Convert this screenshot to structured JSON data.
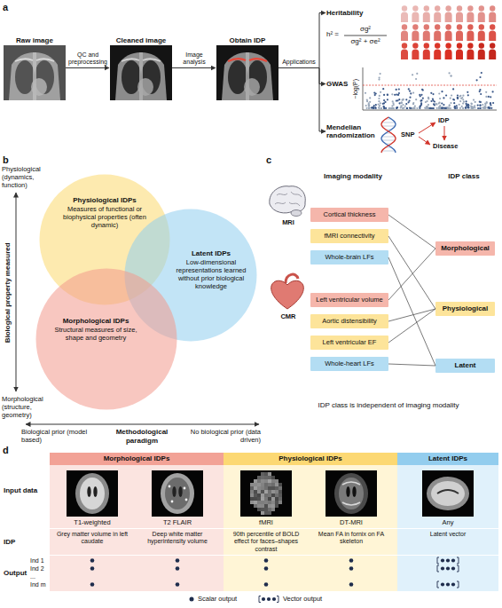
{
  "diagram": {
    "nodes": [
      {
        "text": [
          "Raw image"
        ]
      },
      {
        "text": [
          "Cleaned image"
        ]
      },
      {
        "text": [
          "Obtain IDP"
        ]
      },
      {
        "text": [
          "Heritability"
        ]
      },
      {
        "text": [
          "GWAS"
        ]
      },
      {
        "text": [
          "Mendelian randomization"
        ]
      },
      {
        "text": [
          "Physiological IDPs",
          "Measures of functional or biophysical properties (often dynamic)"
        ]
      },
      {
        "text": [
          "Latent IDPs",
          "Low-dimensional representations learned without prior biological knowledge"
        ]
      },
      {
        "text": [
          "Morphological IDPs",
          "Structural measures of size, shape and geometry"
        ]
      },
      {
        "text": [
          "Cortical thickness"
        ]
      },
      {
        "text": [
          "fMRI connectivity"
        ]
      },
      {
        "text": [
          "Whole-brain LFs"
        ]
      },
      {
        "text": [
          "Left ventricular volume"
        ]
      },
      {
        "text": [
          "Aortic distensibility"
        ]
      },
      {
        "text": [
          "Left ventricular EF"
        ]
      },
      {
        "text": [
          "Whole-heart LFs"
        ]
      },
      {
        "text": [
          "Morphological"
        ]
      },
      {
        "text": [
          "Physiological"
        ]
      },
      {
        "text": [
          "Latent"
        ]
      },
      {
        "text": [
          "Morphological IDPs"
        ]
      },
      {
        "text": [
          "Physiological IDPs"
        ]
      },
      {
        "text": [
          "Latent IDPs"
        ]
      }
    ],
    "edges": [
      {
        "from": 0,
        "to": 1,
        "arrow": "to",
        "label": "QC and preprocessing"
      },
      {
        "from": 1,
        "to": 2,
        "arrow": "to",
        "label": "Image analysis"
      },
      {
        "from": 2,
        "to": 3,
        "arrow": "to"
      },
      {
        "from": 2,
        "to": 4,
        "arrow": "to",
        "label": "Applications"
      },
      {
        "from": 2,
        "to": 5,
        "arrow": "to"
      },
      {
        "from": 9,
        "to": 16,
        "arrow": "none"
      },
      {
        "from": 10,
        "to": 17,
        "arrow": "none"
      },
      {
        "from": 11,
        "to": 18,
        "arrow": "none"
      },
      {
        "from": 12,
        "to": 16,
        "arrow": "none"
      },
      {
        "from": 13,
        "to": 17,
        "arrow": "none"
      },
      {
        "from": 14,
        "to": 17,
        "arrow": "none"
      },
      {
        "from": 15,
        "to": 18,
        "arrow": "none"
      }
    ],
    "labels": [
      "a",
      "b",
      "c",
      "d",
      "h² =",
      "σg²",
      "σg² + σe²",
      "−log(P)",
      "SNP",
      "IDP",
      "Disease",
      "Biological property measured",
      "Physiological (dynamics, function)",
      "Morphological (structure, geometry)",
      "Methodological paradigm",
      "Biological prior (model based)",
      "No biological prior (data driven)",
      "Imaging modality",
      "IDP class",
      "MRI",
      "CMR",
      "IDP class is independent of imaging modality",
      "Input data",
      "T1-weighted",
      "T2 FLAIR",
      "fMRI",
      "DT-MRI",
      "Any",
      "IDP",
      "Grey matter volume in left caudate",
      "Deep white matter hyperintensity volume",
      "90th percentile of BOLD effect for faces–shapes contrast",
      "Mean FA in fornix on FA skeleton",
      "Latent vector",
      "Output",
      "Ind 1",
      "Ind 2",
      "...",
      "Ind m"
    ],
    "legend": [
      {
        "text": "Scalar output"
      },
      {
        "text": "Vector output"
      }
    ]
  }
}
